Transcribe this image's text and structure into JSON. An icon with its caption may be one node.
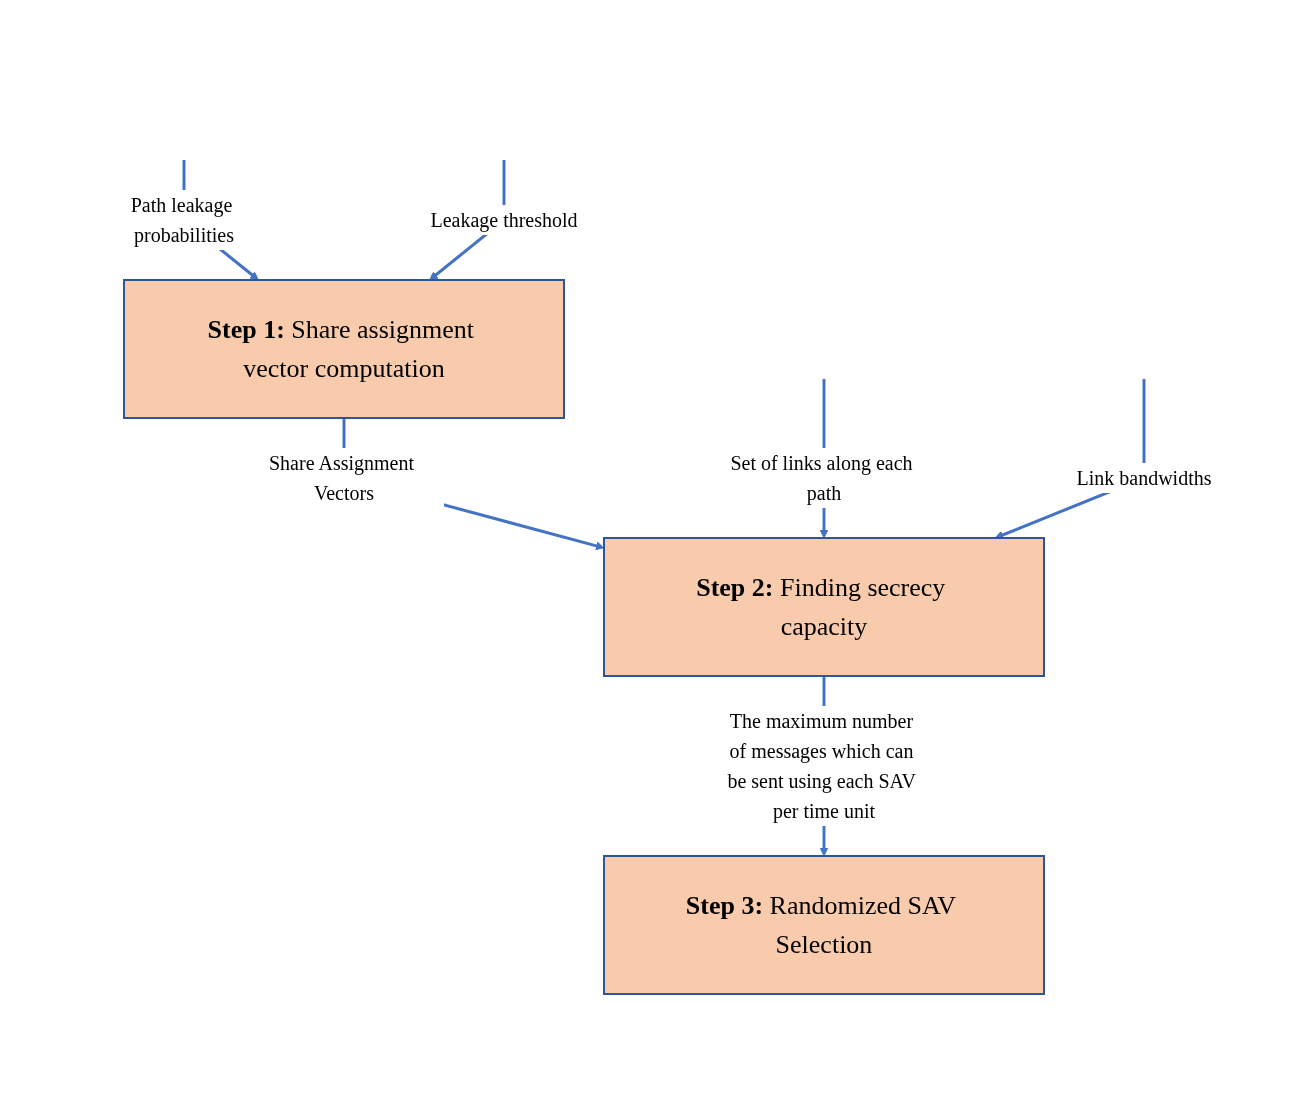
{
  "diagram": {
    "nodes": [
      {
        "text": [
          "**Step 1:** Share assignment vector computation"
        ]
      },
      {
        "text": [
          "**Step 2:** Finding secrecy capacity"
        ]
      },
      {
        "text": [
          "**Step 3:** Randomized SAV Selection"
        ]
      }
    ],
    "edges": [
      {
        "from": null,
        "to": 0,
        "arrow": "to",
        "label": "Path leakage probabilities"
      },
      {
        "from": null,
        "to": 0,
        "arrow": "to",
        "label": "Leakage threshold"
      },
      {
        "from": 0,
        "to": 1,
        "arrow": "to",
        "label": "Share Assignment Vectors"
      },
      {
        "from": null,
        "to": 1,
        "arrow": "to",
        "label": "Set of links along each path"
      },
      {
        "from": null,
        "to": 1,
        "arrow": "to",
        "label": "Link bandwidths"
      },
      {
        "from": 1,
        "to": 2,
        "arrow": "to",
        "label": "The maximum number of messages which can be sent using each SAV per time unit"
      }
    ]
  }
}
